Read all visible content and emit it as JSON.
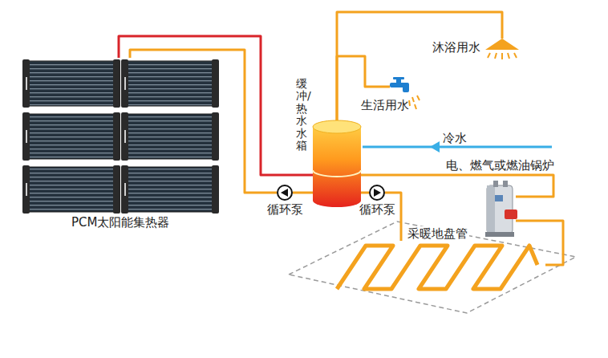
{
  "diagram": {
    "nodes": [
      {
        "text": [
          "PCM太阳能集热器"
        ]
      },
      {
        "text": [
          "缓冲/热水水箱"
        ]
      },
      {
        "text": [
          "循环泵"
        ]
      },
      {
        "text": [
          "循环泵"
        ]
      },
      {
        "text": [
          "生活用水"
        ]
      },
      {
        "text": [
          "沐浴用水"
        ]
      },
      {
        "text": [
          "电、燃气或燃油锅炉"
        ]
      },
      {
        "text": [
          "采暖地盘管"
        ]
      }
    ],
    "edges": [
      {
        "from": 0,
        "to": 1,
        "arrow": "none"
      },
      {
        "from": 0,
        "to": 2,
        "arrow": "none"
      },
      {
        "from": 2,
        "to": 1,
        "arrow": "none"
      },
      {
        "from": 1,
        "to": 4,
        "arrow": "none"
      },
      {
        "from": 1,
        "to": 5,
        "arrow": "none"
      },
      {
        "from": 1,
        "to": 3,
        "arrow": "none"
      },
      {
        "from": 3,
        "to": 7,
        "arrow": "none"
      },
      {
        "from": 1,
        "to": 6,
        "arrow": "none"
      },
      {
        "from": 6,
        "to": 7,
        "arrow": "none"
      }
    ],
    "labels": [
      "冷水"
    ]
  }
}
